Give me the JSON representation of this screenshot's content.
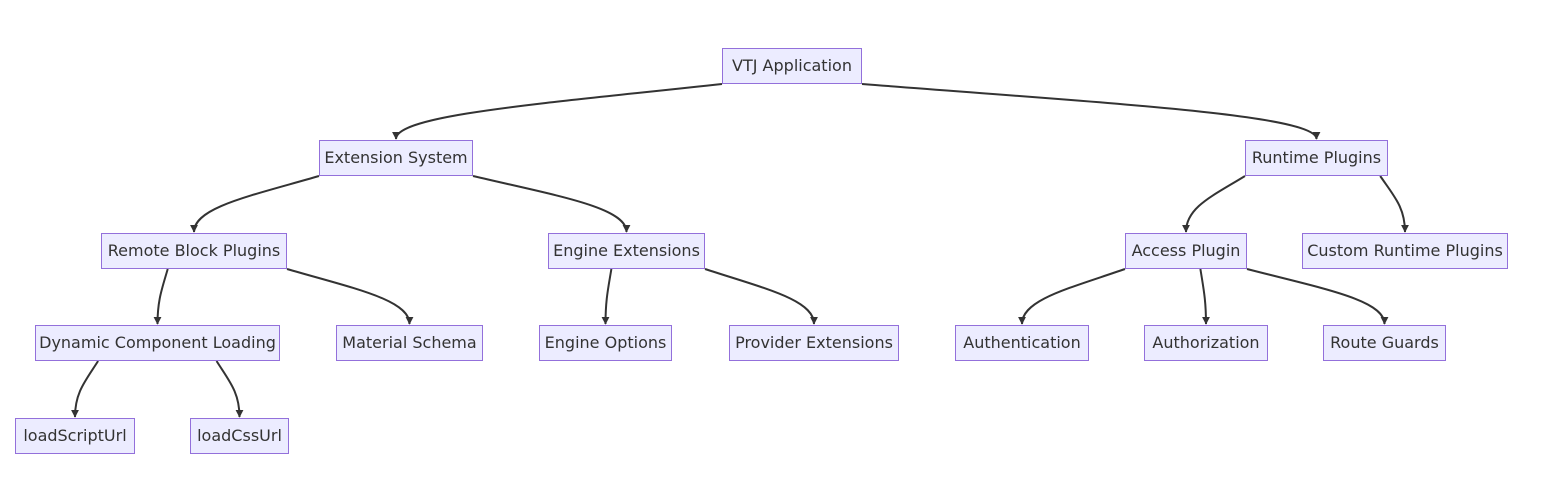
{
  "diagram": {
    "nodes": {
      "vtj_application": "VTJ Application",
      "extension_system": "Extension System",
      "runtime_plugins": "Runtime Plugins",
      "remote_block_plugins": "Remote Block Plugins",
      "engine_extensions": "Engine Extensions",
      "access_plugin": "Access Plugin",
      "custom_runtime_plugins": "Custom Runtime Plugins",
      "dynamic_component_loading": "Dynamic Component Loading",
      "material_schema": "Material Schema",
      "engine_options": "Engine Options",
      "provider_extensions": "Provider Extensions",
      "authentication": "Authentication",
      "authorization": "Authorization",
      "route_guards": "Route Guards",
      "load_script_url": "loadScriptUrl",
      "load_css_url": "loadCssUrl"
    },
    "edges": [
      {
        "from": "vtj_application",
        "to": "extension_system"
      },
      {
        "from": "vtj_application",
        "to": "runtime_plugins"
      },
      {
        "from": "extension_system",
        "to": "remote_block_plugins"
      },
      {
        "from": "extension_system",
        "to": "engine_extensions"
      },
      {
        "from": "runtime_plugins",
        "to": "access_plugin"
      },
      {
        "from": "runtime_plugins",
        "to": "custom_runtime_plugins"
      },
      {
        "from": "remote_block_plugins",
        "to": "dynamic_component_loading"
      },
      {
        "from": "remote_block_plugins",
        "to": "material_schema"
      },
      {
        "from": "engine_extensions",
        "to": "engine_options"
      },
      {
        "from": "engine_extensions",
        "to": "provider_extensions"
      },
      {
        "from": "access_plugin",
        "to": "authentication"
      },
      {
        "from": "access_plugin",
        "to": "authorization"
      },
      {
        "from": "access_plugin",
        "to": "route_guards"
      },
      {
        "from": "dynamic_component_loading",
        "to": "load_script_url"
      },
      {
        "from": "dynamic_component_loading",
        "to": "load_css_url"
      }
    ],
    "colors": {
      "node_fill": "#ececff",
      "node_border": "#9370db",
      "edge": "#333333",
      "text": "#333333"
    }
  }
}
